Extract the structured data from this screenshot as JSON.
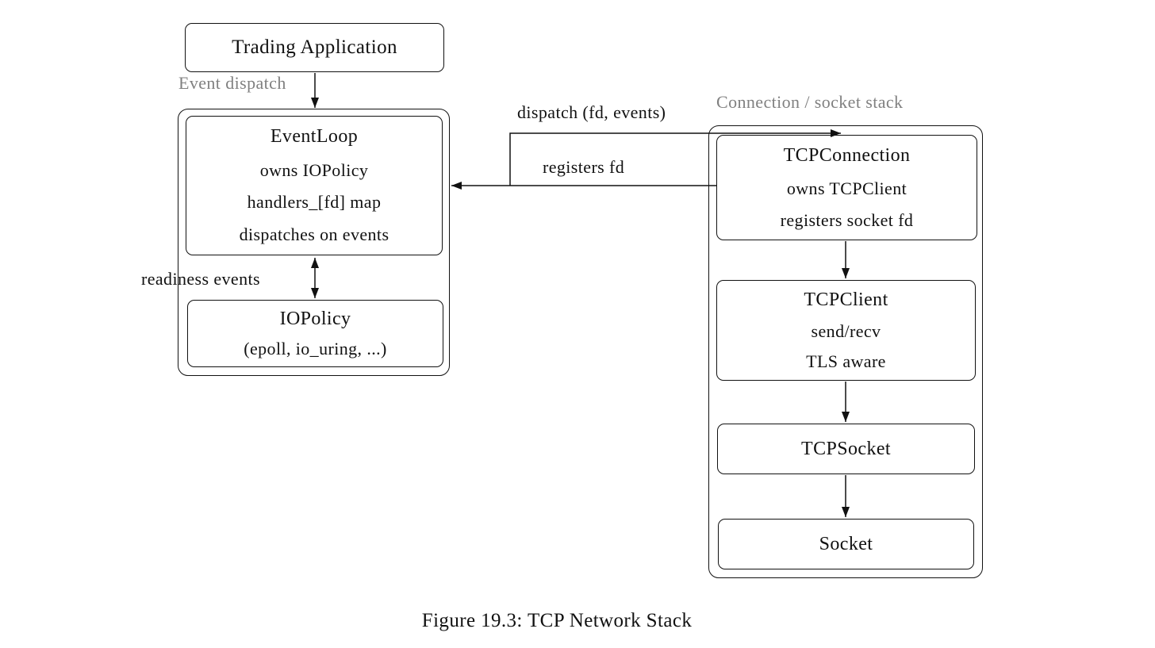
{
  "diagram": {
    "trading_app": {
      "title": "Trading Application"
    },
    "event_dispatch_label": "Event dispatch",
    "event_loop": {
      "title": "EventLoop",
      "lines": [
        "owns IOPolicy",
        "handlers_[fd] map",
        "dispatches on events"
      ]
    },
    "readiness_label": "readiness events",
    "io_policy": {
      "title": "IOPolicy",
      "lines": [
        "(epoll, io_uring, ...)"
      ]
    },
    "dispatch_label": "dispatch (fd, events)",
    "registers_label": "registers fd",
    "stack_label": "Connection / socket stack",
    "tcp_connection": {
      "title": "TCPConnection",
      "lines": [
        "owns TCPClient",
        "registers socket fd"
      ]
    },
    "tcp_client": {
      "title": "TCPClient",
      "lines": [
        "send/recv",
        "TLS aware"
      ]
    },
    "tcp_socket": {
      "title": "TCPSocket"
    },
    "socket": {
      "title": "Socket"
    },
    "caption": "Figure 19.3: TCP Network Stack"
  },
  "colors": {
    "ink": "#111111",
    "muted_label": "#808080",
    "background": "#ffffff"
  }
}
